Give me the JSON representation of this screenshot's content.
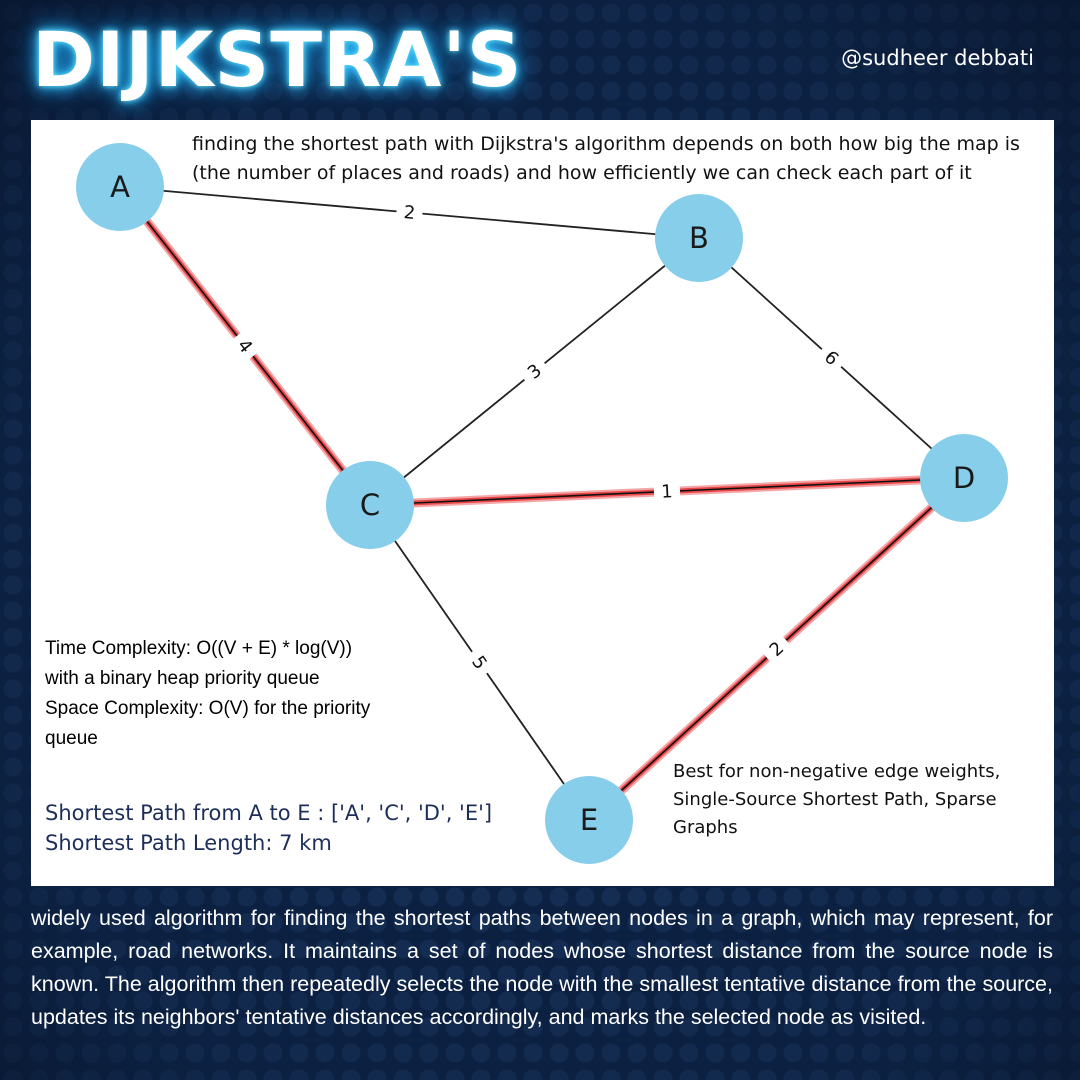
{
  "header": {
    "title": "DIJKSTRA'S",
    "handle": "@sudheer debbati"
  },
  "intro_text": "finding the shortest path with Dijkstra's algorithm depends on both how big the map is (the number of places and roads) and how efficiently we can check each part of it",
  "graph": {
    "nodes": [
      {
        "id": "A",
        "label": "A"
      },
      {
        "id": "B",
        "label": "B"
      },
      {
        "id": "C",
        "label": "C"
      },
      {
        "id": "D",
        "label": "D"
      },
      {
        "id": "E",
        "label": "E"
      }
    ],
    "edges": [
      {
        "from": "A",
        "to": "B",
        "weight": "2",
        "highlighted": false
      },
      {
        "from": "A",
        "to": "C",
        "weight": "4",
        "highlighted": true
      },
      {
        "from": "B",
        "to": "C",
        "weight": "3",
        "highlighted": false
      },
      {
        "from": "B",
        "to": "D",
        "weight": "6",
        "highlighted": false
      },
      {
        "from": "C",
        "to": "D",
        "weight": "1",
        "highlighted": true
      },
      {
        "from": "C",
        "to": "E",
        "weight": "5",
        "highlighted": false
      },
      {
        "from": "D",
        "to": "E",
        "weight": "2",
        "highlighted": true
      }
    ],
    "colors": {
      "node_fill": "#87ceeb",
      "edge": "#222222",
      "highlight": "#e8474a",
      "highlight_glow": "#f3a7a9"
    }
  },
  "complexity": {
    "time_line1": "Time Complexity: O((V + E) * log(V))",
    "time_line2": "with a binary heap priority queue",
    "space_line1": "Space Complexity: O(V) for the priority",
    "space_line2": "queue"
  },
  "result": {
    "path_line": "Shortest Path from A to E : ['A', 'C', 'D', 'E']",
    "length_line": "Shortest Path Length: 7 km"
  },
  "best_for": "Best for non-negative edge weights, Single-Source Shortest Path, Sparse Graphs",
  "footer_text": "widely used algorithm for finding the shortest paths between nodes in a graph, which may represent, for example, road networks. It maintains a set of nodes whose shortest distance from the source node is known. The algorithm then repeatedly selects the node with the smallest tentative distance from the source, updates its neighbors' tentative distances accordingly, and marks the selected node as visited.",
  "theme": {
    "background": "#0c2142",
    "title_glow": "#2fc7ff",
    "result_text": "#1d2f59"
  }
}
